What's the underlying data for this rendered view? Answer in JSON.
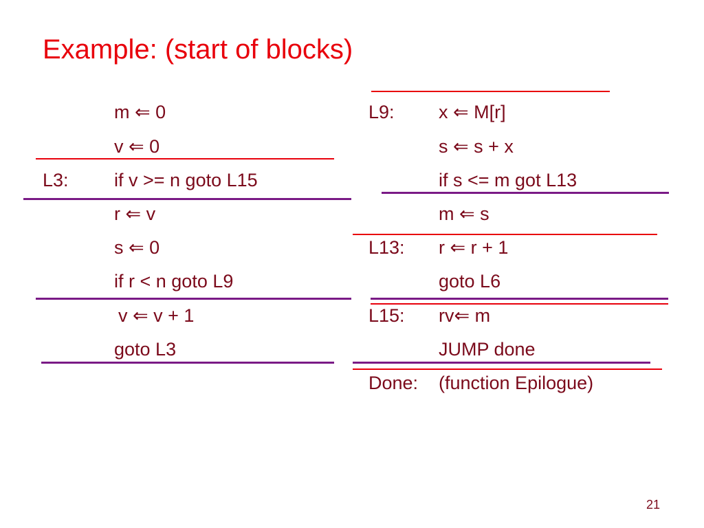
{
  "slide": {
    "title": "Example: (start of blocks)",
    "page_number": "21",
    "colors": {
      "title": "#e8000b",
      "code": "#7b0a1b",
      "red_rule": "#e8000b",
      "purple_rule": "#7a1a86"
    }
  },
  "left_code": [
    {
      "label": "",
      "stmt": "m ⇐ 0"
    },
    {
      "label": "",
      "stmt": "v ⇐ 0"
    },
    {
      "label": "L3:",
      "stmt": "if v >= n goto L15"
    },
    {
      "label": "",
      "stmt": "r ⇐ v"
    },
    {
      "label": "",
      "stmt": "s ⇐ 0"
    },
    {
      "label": "",
      "stmt": "if r < n goto L9"
    },
    {
      "label": "",
      "stmt": "v ⇐ v + 1"
    },
    {
      "label": "",
      "stmt": "goto L3"
    }
  ],
  "right_code": [
    {
      "label": "L9:",
      "stmt": "x ⇐ M[r]"
    },
    {
      "label": "",
      "stmt": "s ⇐ s + x"
    },
    {
      "label": "",
      "stmt": "if s <= m got L13"
    },
    {
      "label": "",
      "stmt": "m ⇐ s"
    },
    {
      "label": "L13:",
      "stmt": "r ⇐ r + 1"
    },
    {
      "label": "",
      "stmt": "goto L6"
    },
    {
      "label": "L15:",
      "stmt": "rv⇐ m"
    },
    {
      "label": "",
      "stmt": "JUMP done"
    },
    {
      "label": "Done:",
      "stmt": " (function Epilogue)"
    }
  ]
}
